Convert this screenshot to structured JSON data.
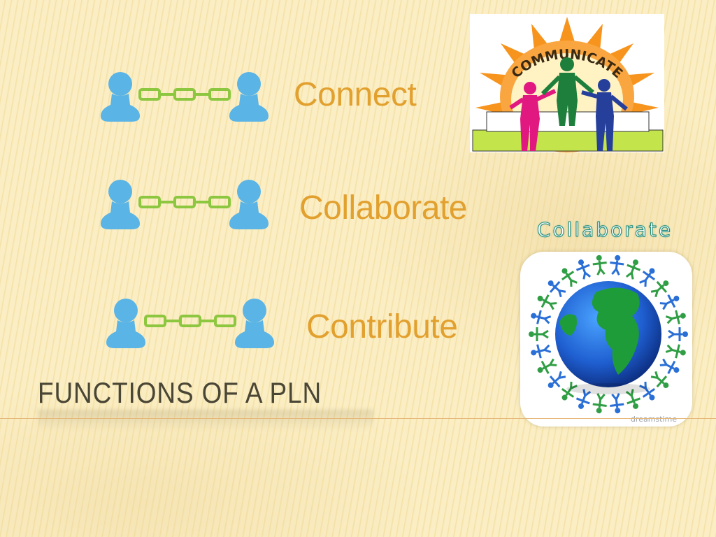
{
  "slide": {
    "title": "Functions of a PLN",
    "functions": [
      {
        "label": "Connect"
      },
      {
        "label": "Collaborate"
      },
      {
        "label": "Contribute"
      }
    ]
  },
  "images": {
    "communicate": {
      "caption": "COMMUNICATE"
    },
    "collaborate": {
      "caption": "Collaborate",
      "watermark": "dreamstime"
    }
  },
  "colors": {
    "accent_text": "#e2a02e",
    "person_icon": "#5ab4e5",
    "chain_link": "#8dc63f",
    "title_text": "#4a4635",
    "divider": "#e5b87a"
  },
  "icons": [
    "person-icon",
    "chain-link-icon"
  ]
}
